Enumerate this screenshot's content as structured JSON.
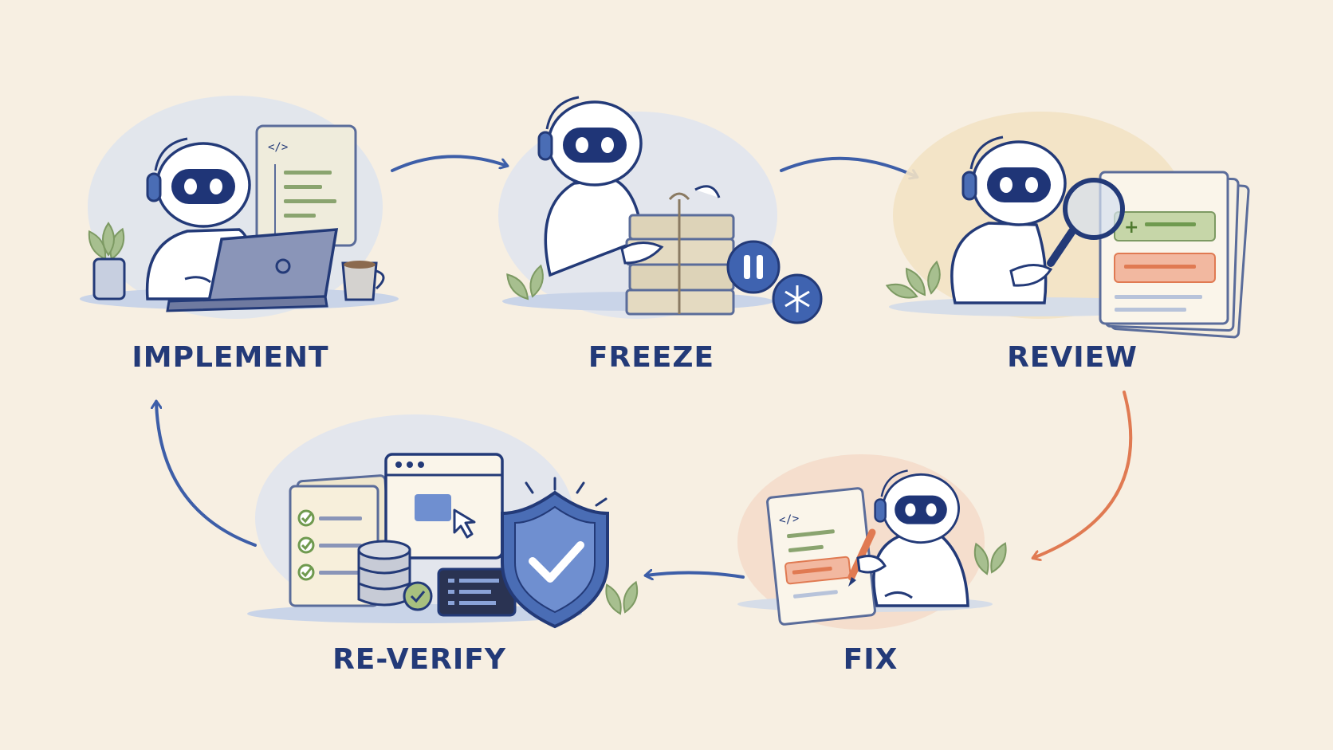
{
  "stages": {
    "implement": {
      "label": "IMPLEMENT"
    },
    "freeze": {
      "label": "FREEZE"
    },
    "review": {
      "label": "REVIEW"
    },
    "fix": {
      "label": "FIX"
    },
    "reverify": {
      "label": "RE-VERIFY"
    }
  },
  "code_tag": "</>",
  "colors": {
    "background": "#f7efe2",
    "ink": "#233a78",
    "accent_blue": "#4a6db5",
    "arrow_blue": "#3d5ea8",
    "arrow_orange": "#e07a52",
    "green": "#6f9a4f",
    "red": "#e07a52"
  }
}
